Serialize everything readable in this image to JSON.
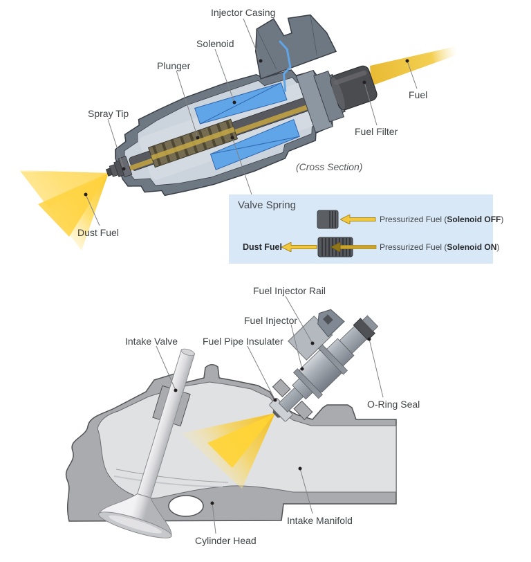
{
  "top_diagram": {
    "labels": {
      "injector_casing": "Injector Casing",
      "solenoid": "Solenoid",
      "plunger": "Plunger",
      "spray_tip": "Spray Tip",
      "fuel": "Fuel",
      "fuel_filter": "Fuel Filter",
      "dust_fuel": "Dust Fuel",
      "cross_section": "(Cross Section)"
    }
  },
  "legend": {
    "title": "Valve Spring",
    "rows": [
      {
        "normal": "Pressurized Fuel  (",
        "bold": "Solenoid OFF",
        "close": ")"
      },
      {
        "left_label": "Dust Fuel",
        "normal": "Pressurized Fuel  (",
        "bold": "Solenoid ON",
        "close": ")"
      }
    ]
  },
  "bottom_diagram": {
    "labels": {
      "fuel_injector_rail": "Fuel Injector Rail",
      "fuel_injector": "Fuel Injector",
      "intake_valve": "Intake Valve",
      "fuel_pipe_insulater": "Fuel Pipe Insulater",
      "o_ring_seal": "O-Ring Seal",
      "intake_manifold": "Intake Manifold",
      "cylinder_head": "Cylinder Head"
    }
  },
  "colors": {
    "legend_bg": "#d9e8f6",
    "fuel_yellow": "#f5c51e",
    "solenoid_blue": "#5fa5e7",
    "body_gray": "#6e7883",
    "cutaway_light": "#cbd3dd",
    "filter_dark": "#4b4c50",
    "manifold_wall": "#a9abae",
    "manifold_interior": "#e0e1e3",
    "label_text": "#3f4245",
    "leader_line": "#808184"
  }
}
